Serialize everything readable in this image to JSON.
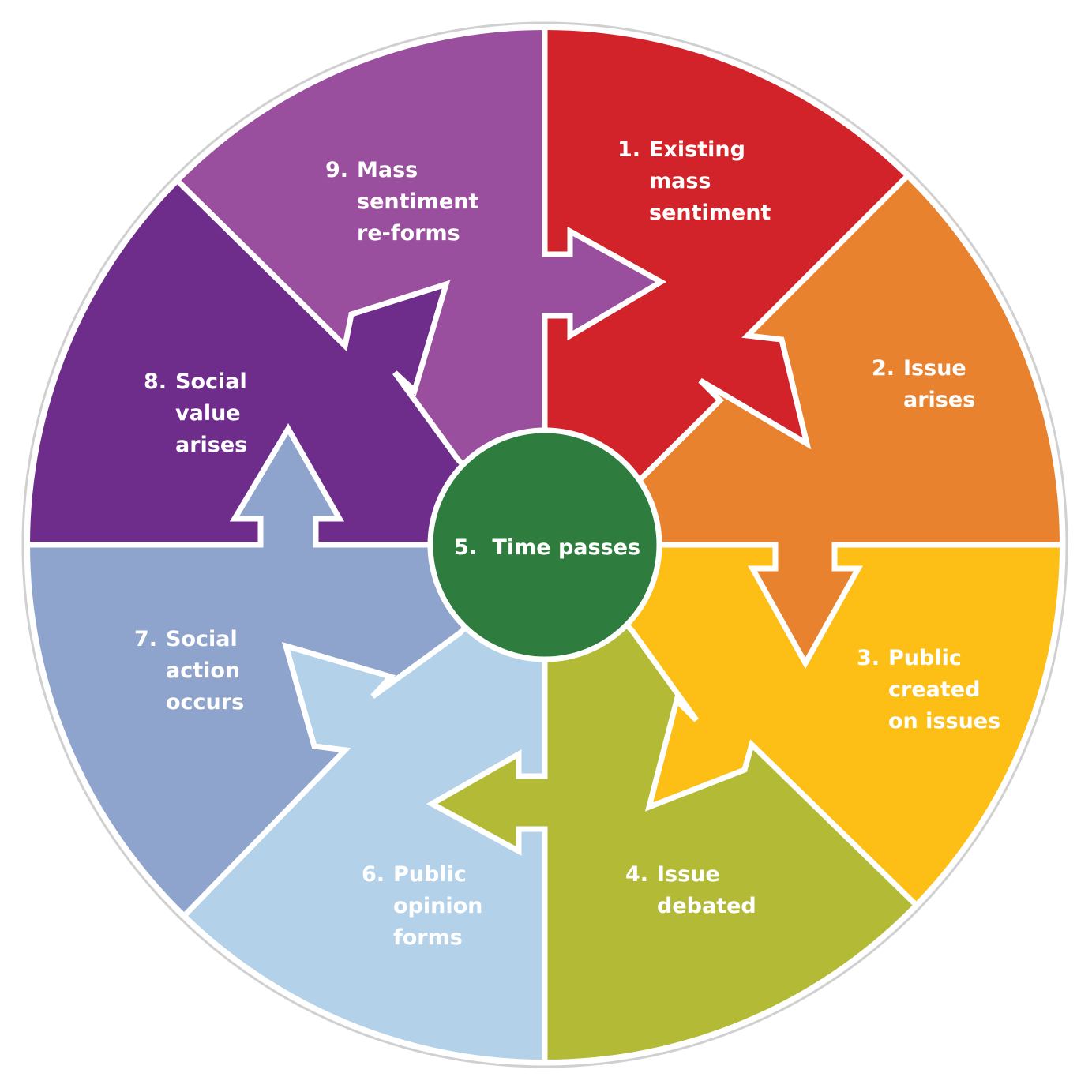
{
  "diagram": {
    "center": {
      "number": "5.",
      "text": "Time passes",
      "color": "#2E7D3F"
    },
    "stages": [
      {
        "id": "stage-1",
        "number": "1.",
        "lines": [
          "Existing",
          "mass",
          "sentiment"
        ],
        "color": "#D2232A"
      },
      {
        "id": "stage-2",
        "number": "2.",
        "lines": [
          "Issue",
          "arises"
        ],
        "color": "#E8822F"
      },
      {
        "id": "stage-3",
        "number": "3.",
        "lines": [
          "Public",
          "created",
          "on issues"
        ],
        "color": "#FDBE15"
      },
      {
        "id": "stage-4",
        "number": "4.",
        "lines": [
          "Issue",
          "debated"
        ],
        "color": "#B3BB36"
      },
      {
        "id": "stage-6",
        "number": "6.",
        "lines": [
          "Public",
          "opinion",
          "forms"
        ],
        "color": "#B3D1E8"
      },
      {
        "id": "stage-7",
        "number": "7.",
        "lines": [
          "Social",
          "action",
          "occurs"
        ],
        "color": "#8FA4CC"
      },
      {
        "id": "stage-8",
        "number": "8.",
        "lines": [
          "Social",
          "value",
          "arises"
        ],
        "color": "#6E2C8B"
      },
      {
        "id": "stage-9",
        "number": "9.",
        "lines": [
          "Mass",
          "sentiment",
          "re-forms"
        ],
        "color": "#9A4E9E"
      }
    ],
    "outline_color": "#ffffff",
    "ring_shadow_color": "#d0d0d0"
  }
}
